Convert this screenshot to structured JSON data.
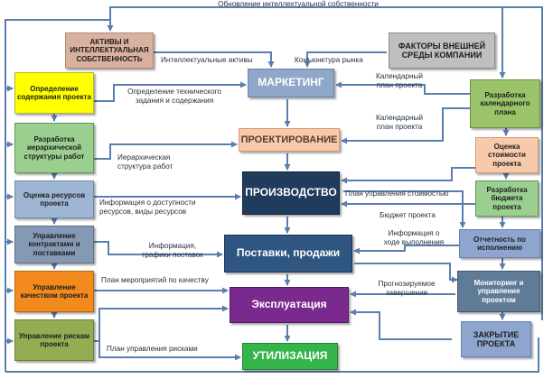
{
  "colors": {
    "arrow": "#5a7fae",
    "tan": "#d9b19f",
    "grey": "#bfbfbf",
    "yellow": "#ffff00",
    "green_light": "#9bcf8f",
    "olive_green": "#94ad52",
    "peach_light": "#f7caac",
    "steel_blue": "#8fa8c9",
    "orange": "#f28a1e",
    "dark_navy": "#1f3c5c",
    "medium_blue": "#2e5680",
    "purple": "#7a2a8e",
    "bright_green": "#35b44a",
    "light_blue": "#9fb5d4",
    "steel_grey": "#8598b4",
    "light_olive_green": "#9bc46a",
    "dark_blue_grey": "#5f7b96",
    "blue_lavender": "#8ea6cf"
  },
  "boxes": {
    "assets": "АКТИВЫ И ИНТЕЛЛЕКТУАЛЬНАЯ СОБСТВЕННОСТЬ",
    "external_factors": "ФАКТОРЫ ВНЕШНЕЙ СРЕДЫ КОМПАНИИ",
    "content_definition": "Определение содержания проекта",
    "wbs_development": "Разработка иерархической структуры работ",
    "resource_estimate": "Оценка ресурсов проекта",
    "contract_management": "Управление контрактами и поставками",
    "quality_management": "Управление качеством проекта",
    "risk_management": "Управление рискам проекта",
    "marketing": "МАРКЕТИНГ",
    "design": "ПРОЕКТИРОВАНИЕ",
    "production": "ПРОИЗВОДСТВО",
    "supply_sales": "Поставки, продажи",
    "operation": "Эксплуатация",
    "disposal": "УТИЛИЗАЦИЯ",
    "calendar_plan_dev": "Разработка календарного плана",
    "cost_estimate": "Оценка стоимости проекта",
    "budget_dev": "Разработка бюджета проекта",
    "execution_reporting": "Отчетность по исполнению",
    "monitoring": "Мониторинг и управление проектом",
    "project_closure": "ЗАКРЫТИЕ ПРОЕКТА"
  },
  "labels": {
    "ip_update": "Обновление интеллектуальной собственности",
    "intellectual_assets": "Интеллектуальные активы",
    "market_conditions": "Конъюнктура рынка",
    "tech_task_line1": "Определение технического",
    "tech_task_line2": "задания и содержания",
    "calendar_plan_1_line1": "Календарный",
    "calendar_plan_1_line2": "план проекта",
    "calendar_plan_2_line1": "Календарный",
    "calendar_plan_2_line2": "план проекта",
    "wbs_line1": "Иерархическая",
    "wbs_line2": "структура работ",
    "resource_info_line1": "Информация о доступности",
    "resource_info_line2": "ресурсов, виды ресурсов",
    "cost_plan": "План управления стоимостью",
    "project_budget": "Бюджет проекта",
    "progress_info_line1": "Информация о",
    "progress_info_line2": "ходе выполнения",
    "supply_info_line1": "Информация,",
    "supply_info_line2": "графики поставок",
    "quality_plan": "План мероприятий по качеству",
    "forecast_line1": "Прогнозируемое",
    "forecast_line2": "завершение",
    "risk_plan": "План управления рисками"
  }
}
